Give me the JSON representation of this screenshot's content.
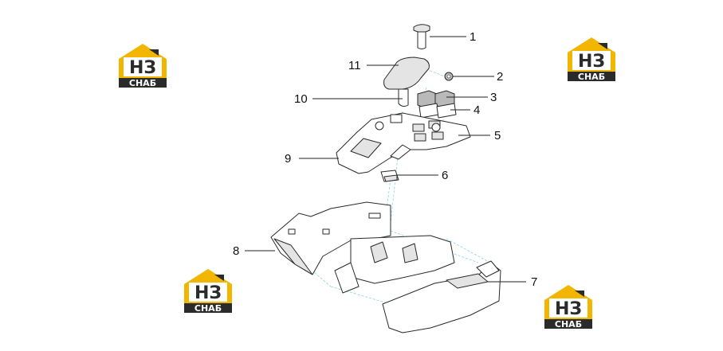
{
  "brand": {
    "logo_letters": "НЗ",
    "logo_text": "СНАБ",
    "colors": {
      "yellow": "#f2b500",
      "dark": "#2b2b2b",
      "white": "#ffffff"
    }
  },
  "logos": [
    {
      "id": "logo-top-left"
    },
    {
      "id": "logo-top-right"
    },
    {
      "id": "logo-bottom-left"
    },
    {
      "id": "logo-bottom-right"
    }
  ],
  "callouts": [
    {
      "number": "1"
    },
    {
      "number": "2"
    },
    {
      "number": "3"
    },
    {
      "number": "4"
    },
    {
      "number": "5"
    },
    {
      "number": "6"
    },
    {
      "number": "7"
    },
    {
      "number": "8"
    },
    {
      "number": "9"
    },
    {
      "number": "10"
    },
    {
      "number": "11"
    }
  ]
}
